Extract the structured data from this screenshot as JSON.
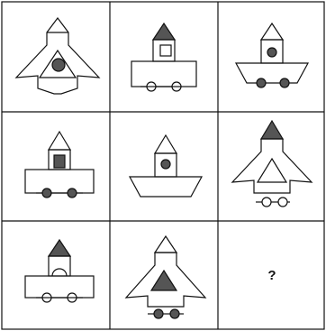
{
  "puzzle": {
    "question_mark": "?",
    "colors": {
      "ink": "#111111",
      "fill_dark": "#555555",
      "background": "#ffffff"
    },
    "cells": [
      {
        "row": 1,
        "col": 1,
        "shape": "rocket-ship",
        "inner": "triangle",
        "center": "shaded-circle",
        "wheels": "none",
        "roof": "open"
      },
      {
        "row": 1,
        "col": 2,
        "shape": "truck",
        "inner": "square-window",
        "center": "none",
        "wheels": "open",
        "roof": "shaded"
      },
      {
        "row": 1,
        "col": 3,
        "shape": "boat",
        "inner": "none",
        "center": "shaded-circle",
        "wheels": "shaded",
        "roof": "open"
      },
      {
        "row": 2,
        "col": 1,
        "shape": "truck",
        "inner": "square-window",
        "center": "shaded-square",
        "wheels": "shaded",
        "roof": "open"
      },
      {
        "row": 2,
        "col": 2,
        "shape": "boat",
        "inner": "none",
        "center": "shaded-circle",
        "wheels": "none",
        "roof": "open"
      },
      {
        "row": 2,
        "col": 3,
        "shape": "rocket-ship",
        "inner": "triangle",
        "center": "none",
        "wheels": "open",
        "roof": "shaded"
      },
      {
        "row": 3,
        "col": 1,
        "shape": "truck",
        "inner": "semicircle",
        "center": "none",
        "wheels": "open",
        "roof": "shaded"
      },
      {
        "row": 3,
        "col": 2,
        "shape": "rocket-ship",
        "inner": "shaded-triangle",
        "center": "none",
        "wheels": "shaded",
        "roof": "open"
      },
      {
        "row": 3,
        "col": 3,
        "shape": "unknown",
        "inner": "none",
        "center": "none",
        "wheels": "none",
        "roof": "none"
      }
    ]
  }
}
